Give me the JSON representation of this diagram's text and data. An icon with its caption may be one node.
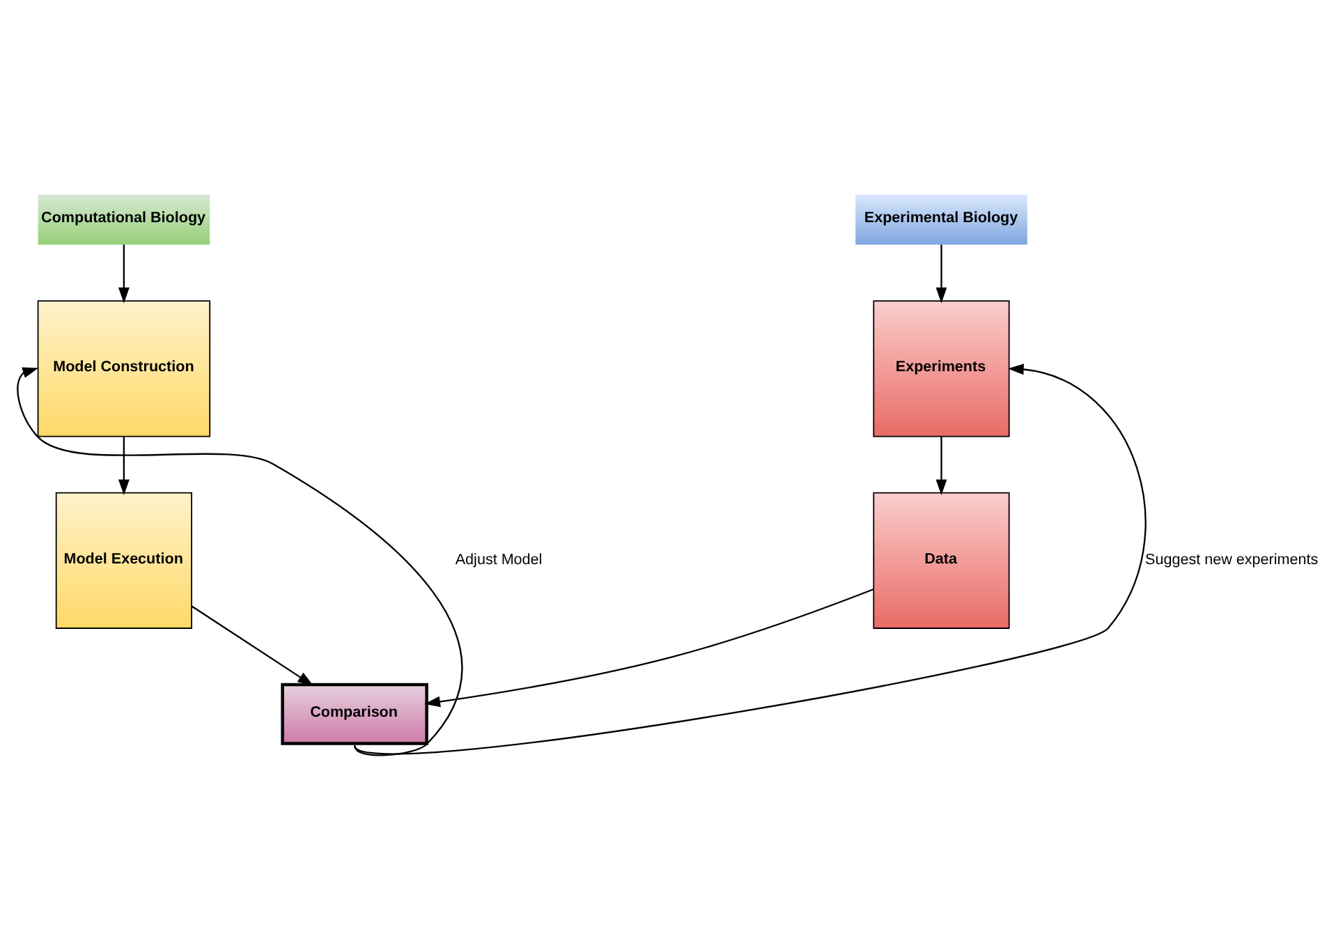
{
  "diagram": {
    "nodes": [
      {
        "text": [
          "Computational Biology"
        ]
      },
      {
        "text": [
          "Experimental Biology"
        ]
      },
      {
        "text": [
          "Model Construction"
        ]
      },
      {
        "text": [
          "Model Execution"
        ]
      },
      {
        "text": [
          "Experiments"
        ]
      },
      {
        "text": [
          "Data"
        ]
      },
      {
        "text": [
          "Comparison"
        ]
      }
    ],
    "edges": [
      {
        "from": 0,
        "to": 2,
        "arrow": "to"
      },
      {
        "from": 2,
        "to": 3,
        "arrow": "to"
      },
      {
        "from": 3,
        "to": 6,
        "arrow": "to"
      },
      {
        "from": 1,
        "to": 4,
        "arrow": "to"
      },
      {
        "from": 4,
        "to": 5,
        "arrow": "to"
      },
      {
        "from": 5,
        "to": 6,
        "arrow": "to"
      },
      {
        "from": 6,
        "to": 2,
        "arrow": "to",
        "label": "Adjust Model"
      },
      {
        "from": 6,
        "to": 4,
        "arrow": "to",
        "label": "Suggest new experiments"
      }
    ]
  }
}
